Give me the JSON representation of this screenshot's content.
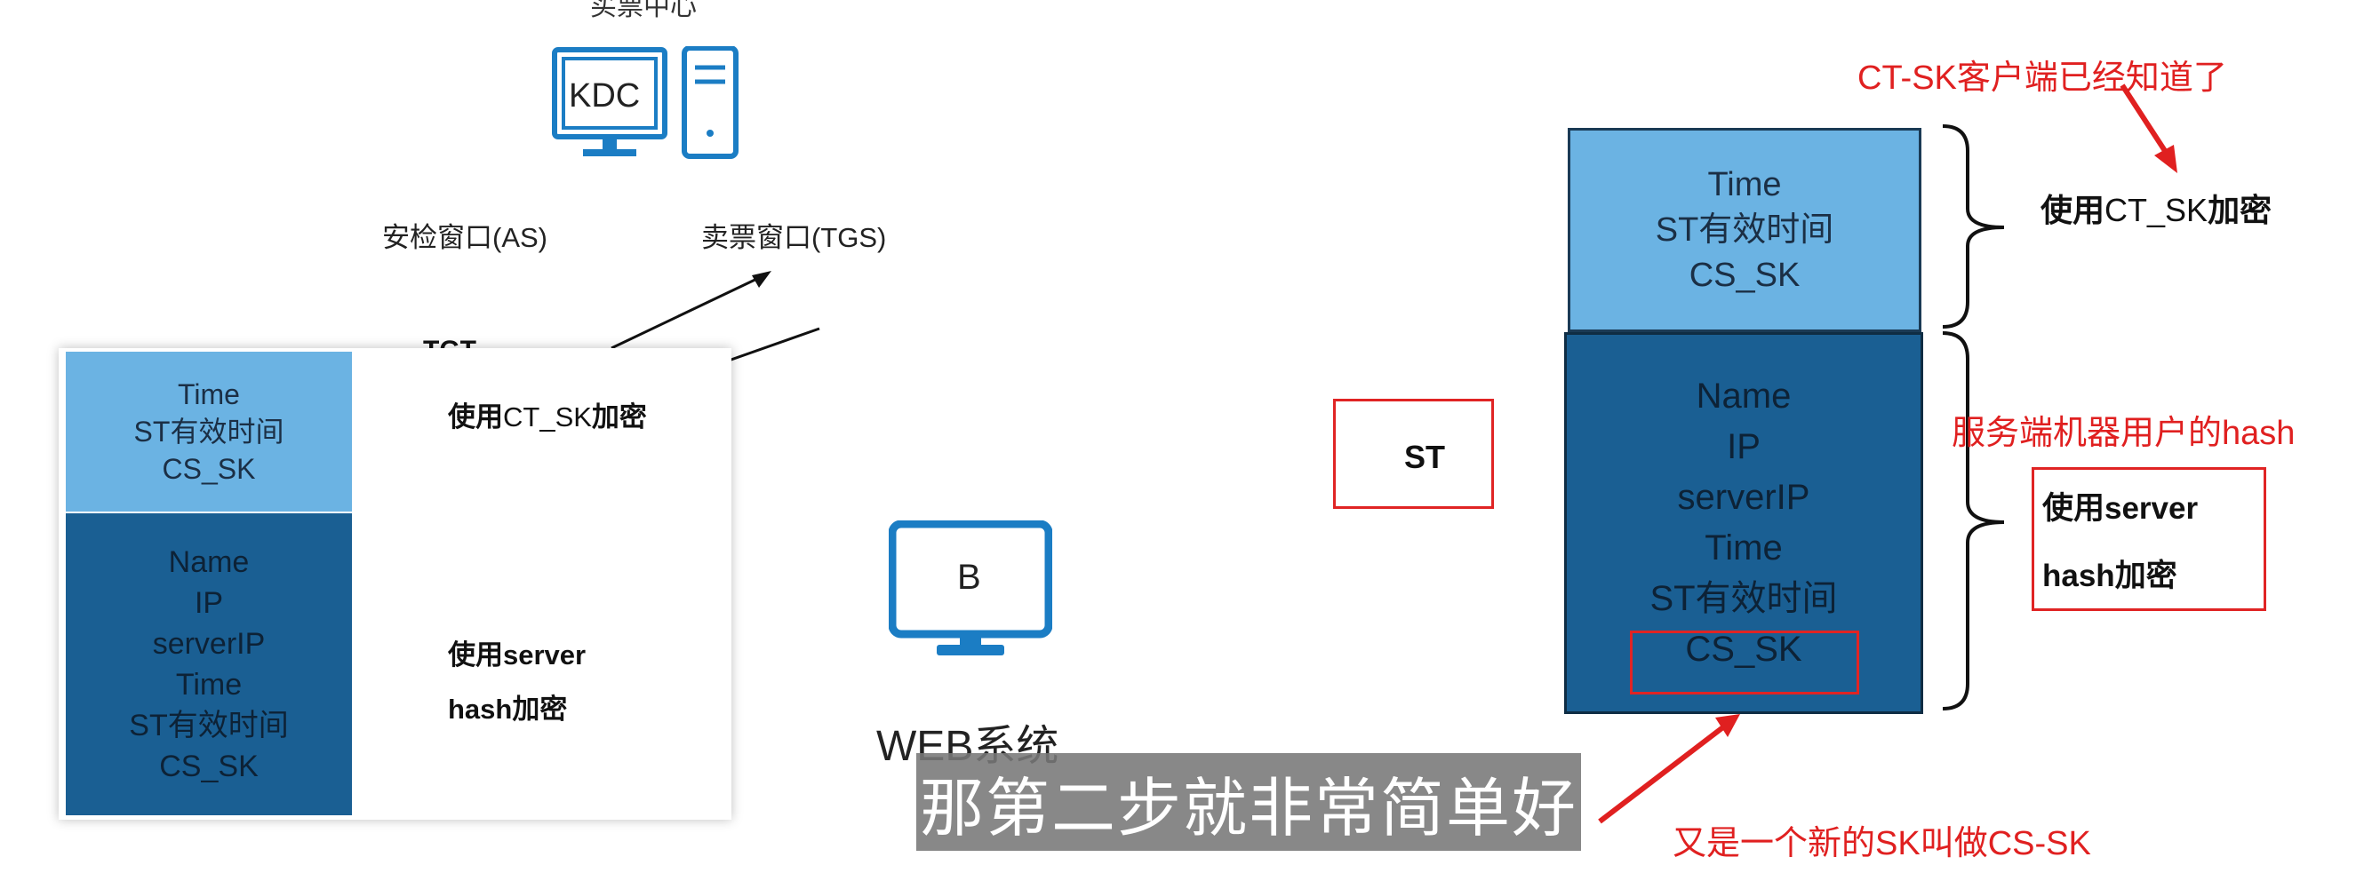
{
  "kdc": {
    "label": "KDC",
    "top_caption": "买票中心"
  },
  "windows": {
    "as_label": "安检窗口(AS)",
    "tgs_label": "卖票窗口(TGS)"
  },
  "tgt_label": "TGT",
  "left_ticket": {
    "top_lines": [
      "Time",
      "ST有效时间",
      "CS_SK"
    ],
    "bottom_lines": [
      "Name",
      "IP",
      "serverIP",
      "Time",
      "ST有效时间",
      "CS_SK"
    ],
    "top_note": {
      "bold1": "使用",
      "plain": "CT_SK",
      "bold2": "加密"
    },
    "bottom_note": [
      "使用server",
      "hash加密"
    ]
  },
  "web": {
    "screen_label": "B",
    "caption": "WEB系统"
  },
  "st_box": "ST",
  "right_ticket": {
    "top_lines": [
      "Time",
      "ST有效时间",
      "CS_SK"
    ],
    "bottom_lines": [
      "Name",
      "IP",
      "serverIP",
      "Time",
      "ST有效时间",
      "CS_SK"
    ],
    "top_note": {
      "bold1": "使用",
      "plain": "CT_SK",
      "bold2": "加密"
    },
    "bottom_note": [
      "使用server",
      "hash加密"
    ]
  },
  "annotations": {
    "ct_sk_known": "CT-SK客户端已经知道了",
    "server_hash": "服务端机器用户的hash",
    "new_sk": "又是一个新的SK叫做CS-SK"
  },
  "subtitle": "那第二步就非常简单好",
  "colors": {
    "light_blue": "#6bb3e3",
    "dark_blue": "#1a5f93",
    "icon_blue": "#1b7dc4",
    "red": "#e02020"
  }
}
